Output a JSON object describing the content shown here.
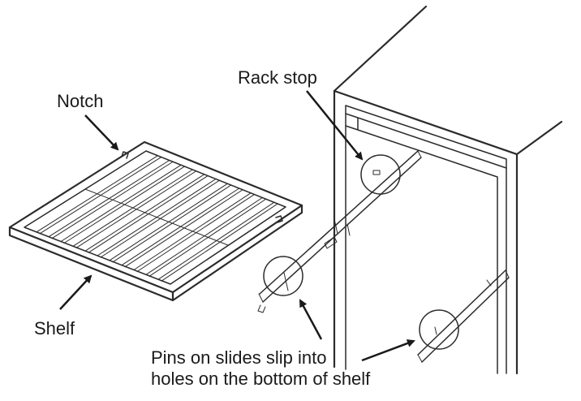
{
  "labels": {
    "notch": "Notch",
    "rack_stop": "Rack stop",
    "shelf": "Shelf",
    "pins_line1": "Pins on slides slip into",
    "pins_line2": "holes on the bottom of shelf"
  },
  "colors": {
    "line": "#2b2b2b",
    "text": "#1a1a1a",
    "background": "#ffffff"
  }
}
